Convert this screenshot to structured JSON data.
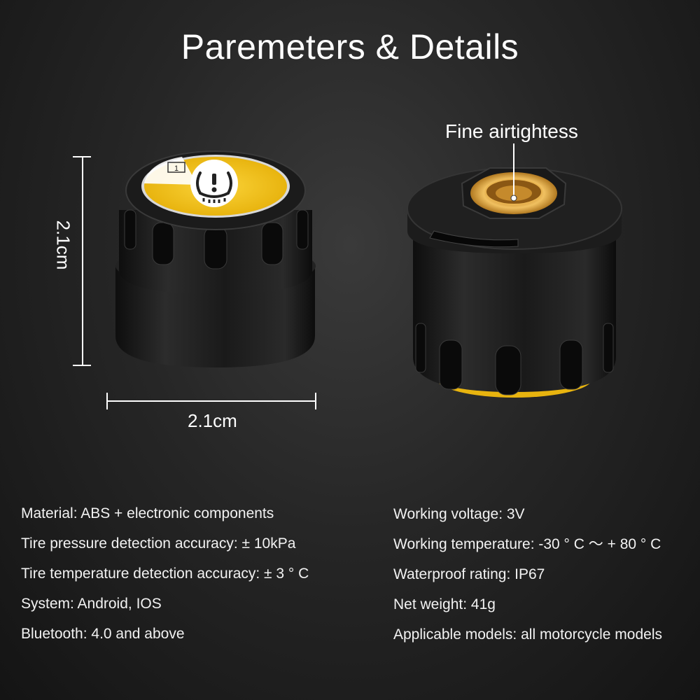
{
  "title": "Paremeters & Details",
  "airtight_label": "Fine airtightess",
  "dimensions": {
    "height_label": "2.1cm",
    "width_label": "2.1cm"
  },
  "cap_number": "1",
  "specs_left": [
    "Material: ABS + electronic components",
    "Tire pressure detection accuracy: ± 10kPa",
    "Tire temperature detection accuracy: ± 3 ° C",
    "System: Android, IOS",
    "Bluetooth: 4.0 and above"
  ],
  "specs_right": [
    "Working voltage: 3V",
    "Working temperature: -30 ° C ～ + 80 ° C",
    "Waterproof rating: IP67",
    "Net weight: 41g",
    "Applicable models: all motorcycle models"
  ],
  "colors": {
    "accent_yellow": "#f2c21c",
    "brass": "#d9a23a",
    "body": "#1e1e1e"
  },
  "icons": [
    "tpms-warning-icon"
  ]
}
